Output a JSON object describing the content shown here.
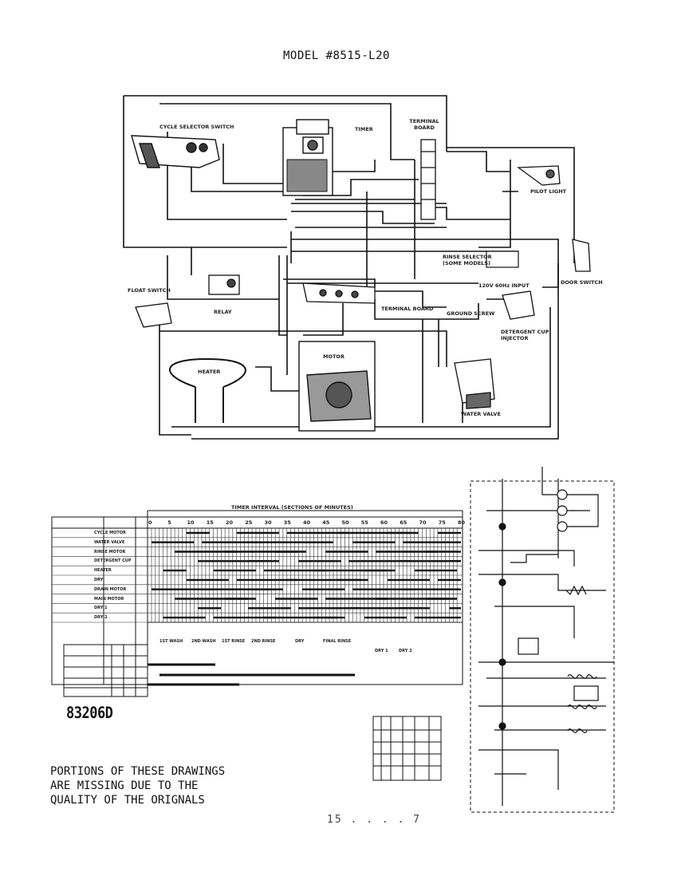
{
  "header": {
    "title": "MODEL #8515-L20"
  },
  "wiring_diagram": {
    "labels": {
      "cycle_selector_switch": "CYCLE SELECTOR SWITCH",
      "timer": "TIMER",
      "terminal_board_top": "TERMINAL BOARD",
      "pilot_light": "PILOT LIGHT",
      "rinse_selector": "RINSE SELECTOR (SOME MODELS)",
      "door_switch": "DOOR SWITCH",
      "float_switch": "FLOAT SWITCH",
      "relay": "RELAY",
      "terminal_board": "TERMINAL BOARD",
      "ground_screw": "GROUND SCREW",
      "voltage": "120V 60Hz INPUT",
      "detergent_cup_injector": "DETERGENT CUP INJECTOR",
      "heater": "HEATER",
      "motor": "MOTOR",
      "water_valve": "WATER VALVE"
    }
  },
  "timer_chart": {
    "heading": "TIMER INTERVAL (SECTIONS OF MINUTES)",
    "minute_ticks": [
      "0",
      "5",
      "10",
      "15",
      "20",
      "25",
      "30",
      "35",
      "40",
      "45",
      "50",
      "55",
      "60",
      "65",
      "70",
      "75",
      "80"
    ],
    "row_functions": [
      "CYCLE MOTOR",
      "WATER VALVE",
      "RINSE MOTOR",
      "DETERGENT CUP",
      "HEATER",
      "DRY",
      "DRAIN MOTOR",
      "MAIN MOTOR",
      "DRY 1",
      "DRY 2"
    ],
    "section_labels": [
      "1ST WASH",
      "2ND WASH",
      "1ST RINSE",
      "2ND RINSE",
      "DRY",
      "FINAL RINSE",
      "DRY 1",
      "DRY 2"
    ]
  },
  "part_number": "83206D",
  "notice": {
    "line1": "PORTIONS OF THESE DRAWINGS",
    "line2": "ARE MISSING DUE TO THE",
    "line3": "QUALITY OF THE ORIGNALS"
  },
  "footer_mark": "15 . . . . 7"
}
